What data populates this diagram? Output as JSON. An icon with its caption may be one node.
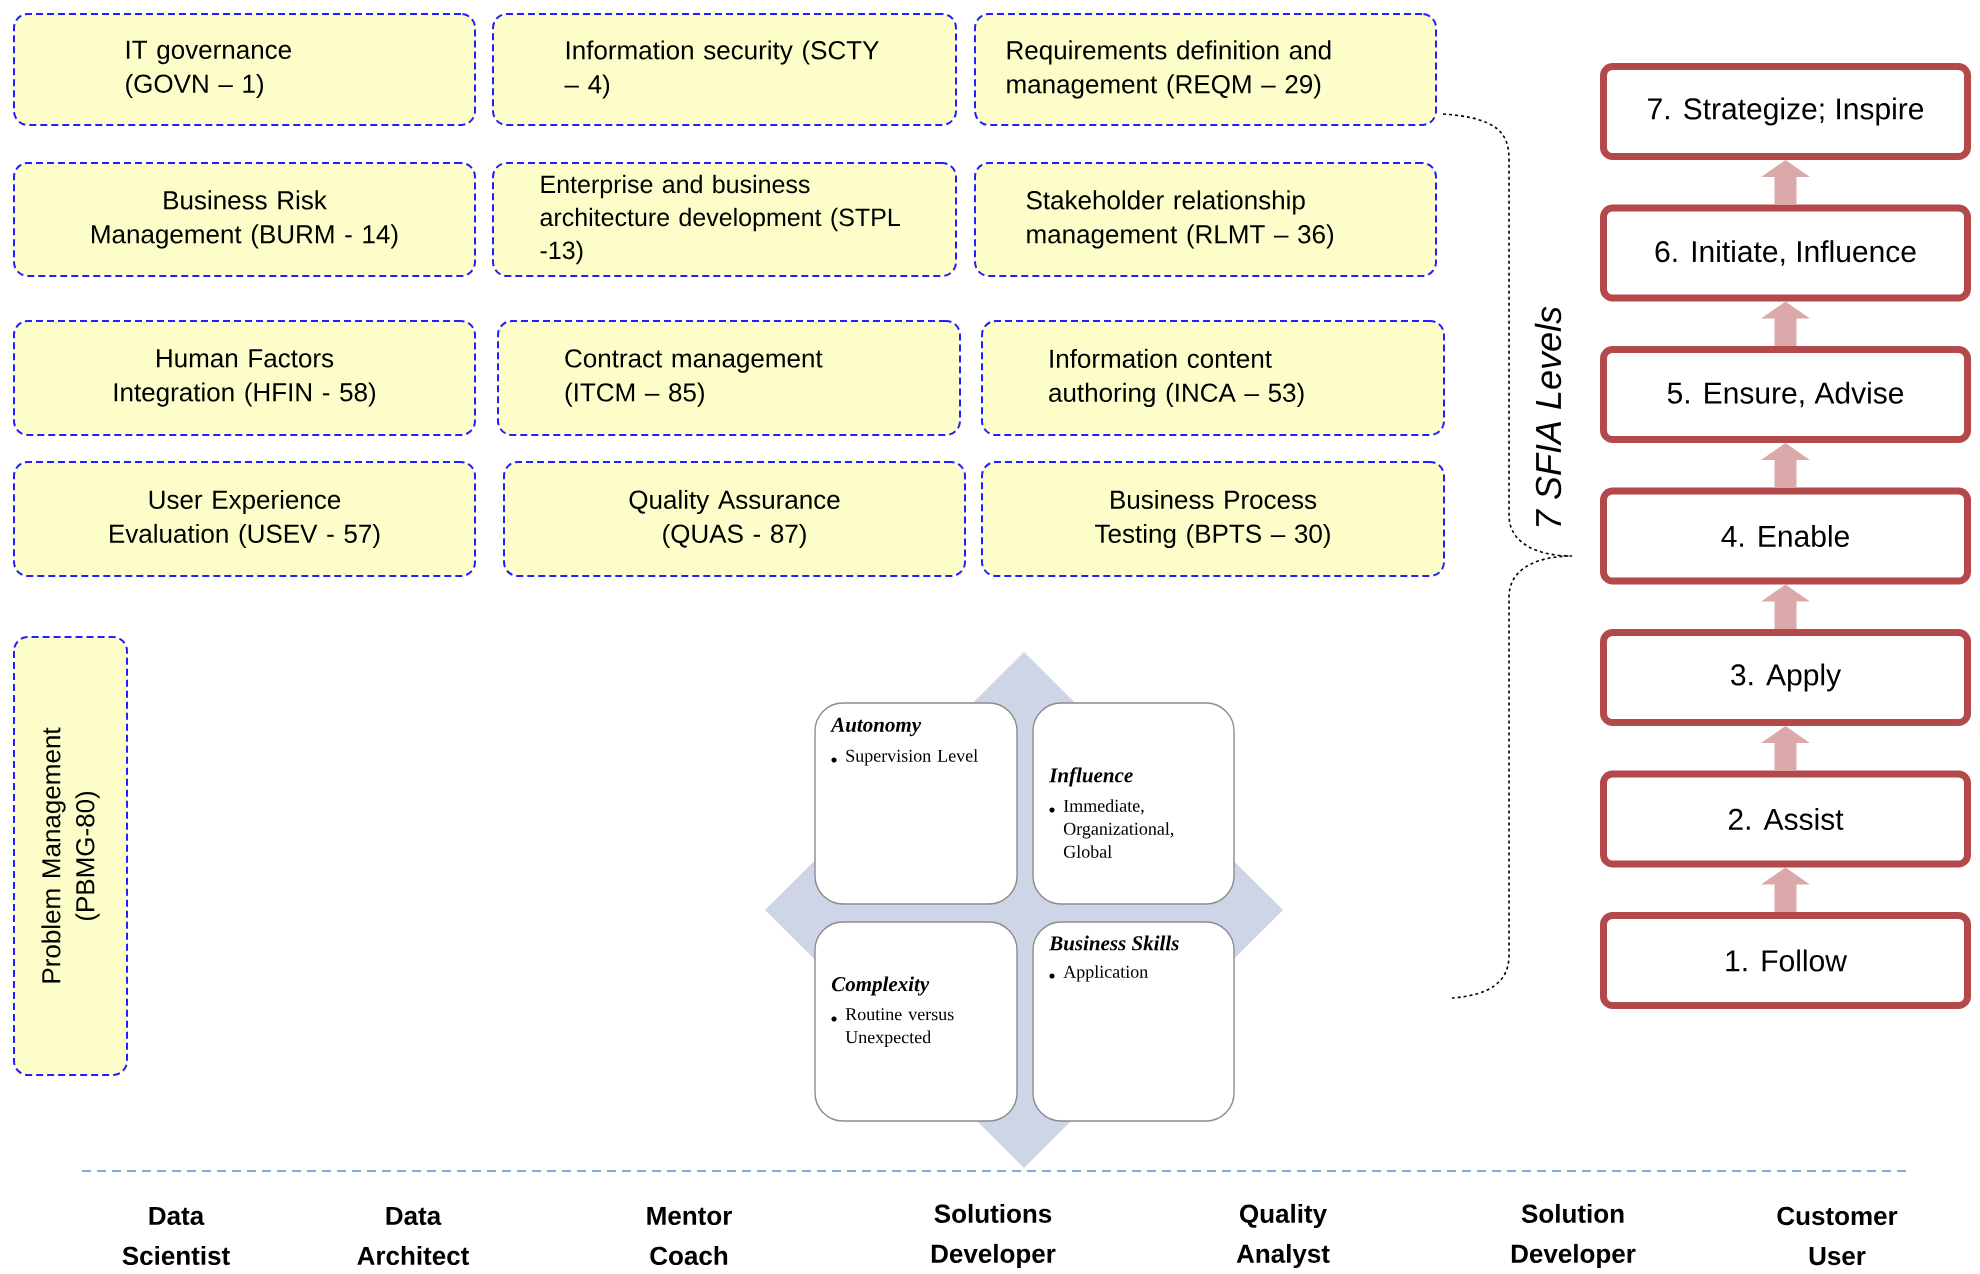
{
  "diagram": {
    "nodes": [
      {
        "text": [
          "IT governance (GOVN – 1)"
        ]
      },
      {
        "text": [
          "Information security (SCTY – 4)"
        ]
      },
      {
        "text": [
          "Requirements definition and management (REQM – 29)"
        ]
      },
      {
        "text": [
          "Business Risk Management (BURM - 14)"
        ]
      },
      {
        "text": [
          "Enterprise and business architecture development (STPL -13)"
        ]
      },
      {
        "text": [
          "Stakeholder relationship management (RLMT – 36)"
        ]
      },
      {
        "text": [
          "Human Factors Integration (HFIN - 58)"
        ]
      },
      {
        "text": [
          "Contract management (ITCM – 85)"
        ]
      },
      {
        "text": [
          "Information content authoring (INCA – 53)"
        ]
      },
      {
        "text": [
          "User Experience Evaluation (USEV - 57)"
        ]
      },
      {
        "text": [
          "Quality Assurance (QUAS - 87)"
        ]
      },
      {
        "text": [
          "Business Process Testing (BPTS – 30)"
        ]
      },
      {
        "text": [
          "Problem Management (PBMG-80)"
        ]
      },
      {
        "text": [
          "Autonomy",
          "Supervision Level"
        ]
      },
      {
        "text": [
          "Influence",
          "Immediate, Organizational, Global"
        ]
      },
      {
        "text": [
          "Complexity",
          "Routine versus Unexpected"
        ]
      },
      {
        "text": [
          "Business Skills",
          "Application"
        ]
      },
      {
        "text": [
          "7. Strategize; Inspire"
        ]
      },
      {
        "text": [
          "6. Initiate, Influence"
        ]
      },
      {
        "text": [
          "5. Ensure, Advise"
        ]
      },
      {
        "text": [
          "4. Enable"
        ]
      },
      {
        "text": [
          "3. Apply"
        ]
      },
      {
        "text": [
          "2. Assist"
        ]
      },
      {
        "text": [
          "1. Follow"
        ]
      }
    ],
    "edges": [
      {
        "from": 23,
        "to": 22,
        "arrow": "to"
      },
      {
        "from": 22,
        "to": 21,
        "arrow": "to"
      },
      {
        "from": 21,
        "to": 20,
        "arrow": "to"
      },
      {
        "from": 20,
        "to": 19,
        "arrow": "to"
      },
      {
        "from": 19,
        "to": 18,
        "arrow": "to"
      },
      {
        "from": 18,
        "to": 17,
        "arrow": "to"
      }
    ],
    "labels": [
      "7 SFIA Levels",
      "Data Scientist",
      "Data Architect",
      "Mentor Coach",
      "Solutions Developer",
      "Quality Analyst",
      "Solution Developer",
      "Customer User"
    ]
  }
}
